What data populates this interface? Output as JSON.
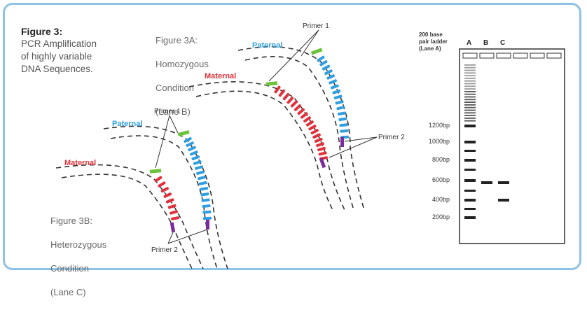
{
  "figure": {
    "title": "Figure 3:",
    "description_lines": [
      "PCR Amplification",
      "of highly variable",
      "DNA Sequences."
    ]
  },
  "panel_a": {
    "title_lines": [
      "Figure 3A:",
      "Homozygous",
      "Condition",
      "(Lane B)"
    ],
    "paternal": "Paternal",
    "maternal": "Maternal",
    "primer1": "Primer 1",
    "primer2": "Primer 2"
  },
  "panel_b": {
    "title_lines": [
      "Figure 3B:",
      "Heterozygous",
      "Condition",
      "(Lane C)"
    ],
    "paternal": "Paternal",
    "maternal": "Maternal",
    "primer1": "Primer 1",
    "primer2": "Primer 2"
  },
  "gel": {
    "ladder_label_lines": [
      "200 base",
      "pair ladder",
      "(Lane A)"
    ],
    "lanes": [
      "A",
      "B",
      "C"
    ],
    "size_labels": [
      "1200bp",
      "1000bp",
      "800bp",
      "600bp",
      "400bp",
      "200bp"
    ]
  },
  "colors": {
    "paternal": "#2f9fe0",
    "maternal": "#e0323c",
    "primer1": "#6cc23a",
    "primer2": "#7b2c9c",
    "frame": "#8ec2e6"
  }
}
